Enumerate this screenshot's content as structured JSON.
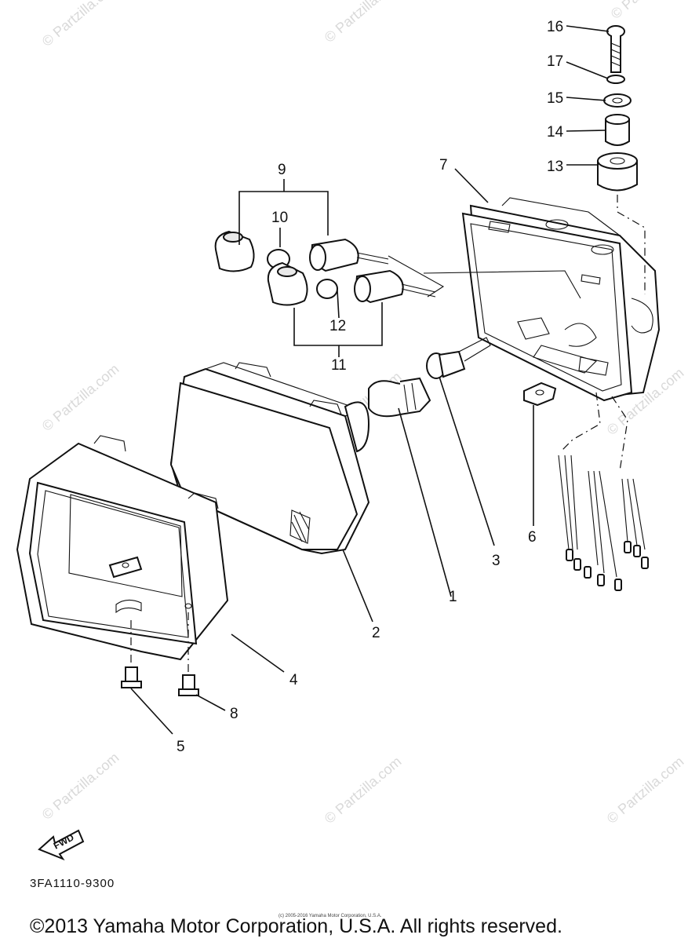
{
  "diagram": {
    "callouts": [
      "16",
      "17",
      "15",
      "14",
      "13",
      "7",
      "9",
      "10",
      "12",
      "11",
      "1",
      "3",
      "6",
      "2",
      "4",
      "8",
      "5"
    ],
    "diagram_code": "3FA1110-9300",
    "fwd_label": "FWD",
    "watermark_text": "© Partzilla.com",
    "small_credit": "(c) 2005-2016 Yamaha Motor Corporation, U.S.A.",
    "copyright": "©2013 Yamaha Motor Corporation, U.S.A. All rights reserved."
  }
}
